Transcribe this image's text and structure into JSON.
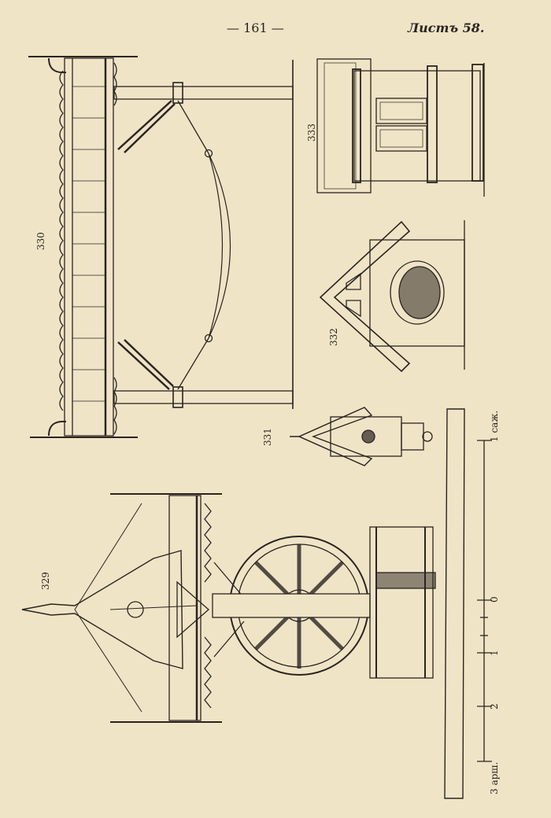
{
  "header": {
    "page_number": "— 161 —",
    "sheet": "Листъ 58."
  },
  "figures": [
    {
      "number": "330"
    },
    {
      "number": "333"
    },
    {
      "number": "332"
    },
    {
      "number": "331"
    },
    {
      "number": "329"
    }
  ],
  "scale": {
    "unit_top": "1 саж.",
    "ticks": [
      "0",
      "1",
      "2"
    ],
    "unit_bottom": "3 арш."
  },
  "colors": {
    "paper": "#efe4c6",
    "ink": "#2b2420"
  }
}
